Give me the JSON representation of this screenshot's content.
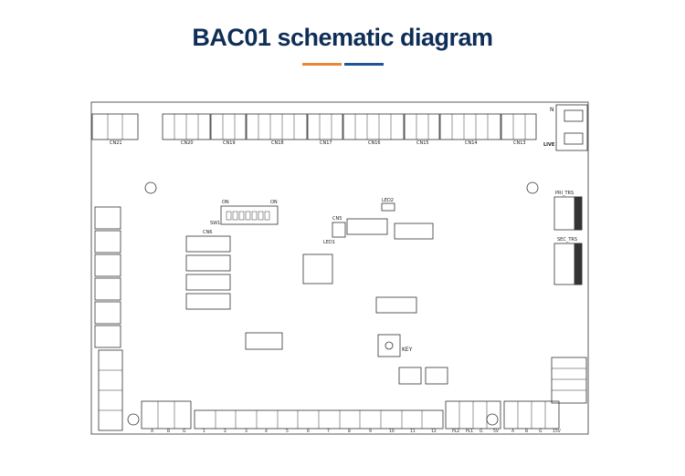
{
  "title": "BAC01 schematic diagram",
  "colors": {
    "title": "#0f2e57",
    "accent_orange": "#e8873a",
    "accent_blue": "#1f5596",
    "line": "#333333"
  },
  "labels": {
    "cn21": "CN21",
    "cn20": "CN20",
    "cn19": "CN19",
    "cn18": "CN18",
    "cn17": "CN17",
    "cn16": "CN16",
    "cn15": "CN15",
    "cn14": "CN14",
    "cn13": "CN13",
    "live": "LIVE",
    "n": "N",
    "pri_trs": "PRI_TRS",
    "sec_trs": "SEC_TRS",
    "sw1": "SW1",
    "on_left": "ON",
    "on_right": "ON",
    "cn6": "CN6",
    "cn5": "CN5",
    "led1": "LED1",
    "led2": "LED2",
    "key": "KEY"
  },
  "bottom_labels": [
    "A",
    "B",
    "G",
    "1",
    "2",
    "3",
    "4",
    "5",
    "6",
    "7",
    "8",
    "9",
    "10",
    "11",
    "12",
    "PL2",
    "PL1",
    "G",
    "5V",
    "A",
    "B",
    "G",
    "15V"
  ]
}
